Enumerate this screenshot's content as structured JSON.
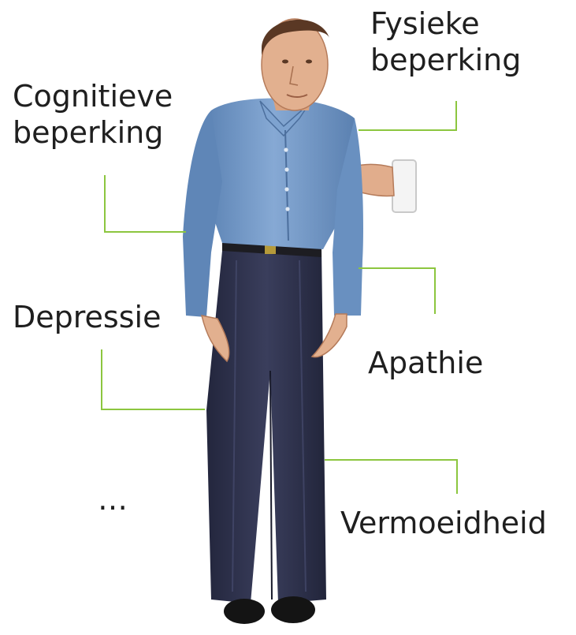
{
  "labels": {
    "cognitieve": [
      "Cognitieve",
      "beperking"
    ],
    "fysieke": [
      "Fysieke",
      "beperking"
    ],
    "depressie": "Depressie",
    "apathie": "Apathie",
    "vermoeidheid": "Vermoeidheid",
    "ellipsis": "…"
  },
  "colors": {
    "connector": "#8cc63f",
    "shirt": "#6f95c3",
    "trousers": "#2a2d47",
    "skin": "#e2b08f",
    "hair": "#5a3824"
  }
}
